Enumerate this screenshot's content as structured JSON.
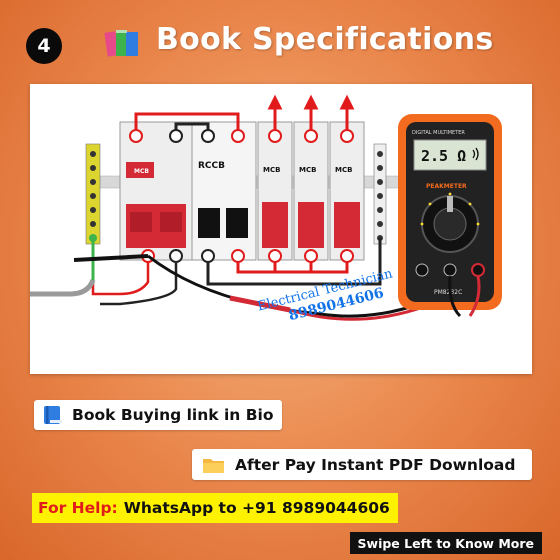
{
  "header": {
    "step_number": "4",
    "title": "Book Specifications"
  },
  "photo": {
    "multimeter_reading": "2.5 Ω",
    "multimeter_label": "DIGITAL MULTIMETER",
    "brand": "PEAKMETER",
    "model": "PM8232C",
    "device_labels": [
      "MCB",
      "RCCB",
      "MCB",
      "MCB",
      "MCB"
    ],
    "watermark_line1": "Electrical Technician",
    "watermark_line2": "8989044606"
  },
  "info": {
    "book_link": "Book Buying link in Bio",
    "pdf_download": "After Pay Instant PDF Download"
  },
  "help": {
    "label": "For Help:",
    "text": "WhatsApp to +91 8989044606"
  },
  "footer": {
    "swipe": "Swipe Left to Know More"
  },
  "colors": {
    "accent_yellow": "#fef200",
    "help_red": "#e11b1b",
    "mcb_red": "#d42a36",
    "background_orange": "#e9854a"
  },
  "icons": [
    "books-icon",
    "blue-book-icon",
    "folder-icon",
    "wifi-icon"
  ]
}
